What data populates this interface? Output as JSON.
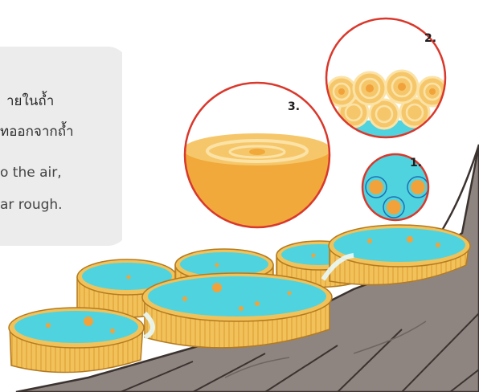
{
  "caption": {
    "line1": "ายในถ้ำ",
    "line2": "ทออกจากถ้ำ",
    "line3": "o the air,",
    "line4": "ar rough."
  },
  "labels": {
    "one": "1.",
    "two": "2.",
    "three": "3."
  },
  "colors": {
    "water": "#4fd3df",
    "stone": "#f2b445",
    "rock": "#8f8580",
    "circle_border": "#d9382c",
    "panel": "#ececec"
  }
}
